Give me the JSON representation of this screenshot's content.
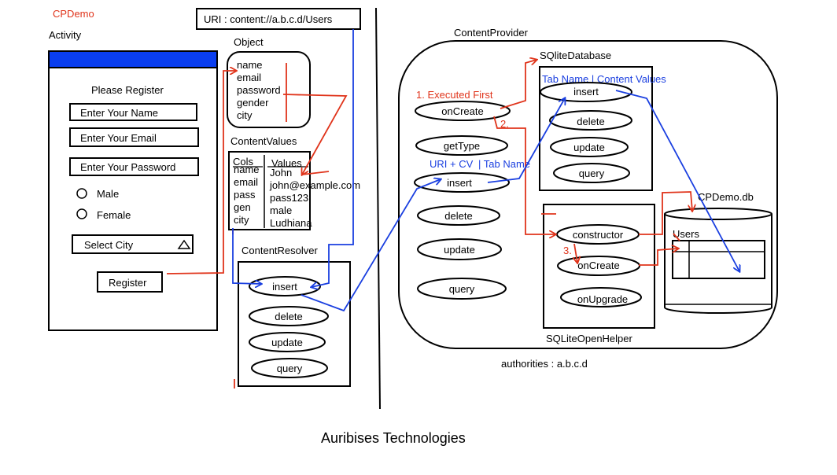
{
  "app_title": "CPDemo",
  "uri": "URI : content://a.b.c.d/Users",
  "activity": {
    "title": "Activity",
    "heading": "Please Register",
    "name_placeholder": "Enter Your Name",
    "email_placeholder": "Enter Your Email",
    "password_placeholder": "Enter Your Password",
    "male_label": "Male",
    "female_label": "Female",
    "city_select": "Select City",
    "register_button": "Register"
  },
  "object": {
    "title": "Object",
    "fields": [
      "name",
      "email",
      "password",
      "gender",
      "city"
    ]
  },
  "content_values": {
    "title": "ContentValues",
    "col_header": "Cols",
    "val_header": "Values",
    "cols": [
      "name",
      "email",
      "pass",
      "gen",
      "city"
    ],
    "values": [
      "John",
      "john@example.com",
      "pass123",
      "male",
      "Ludhiana"
    ]
  },
  "content_resolver": {
    "title": "ContentResolver",
    "methods": [
      "insert",
      "delete",
      "update",
      "query"
    ]
  },
  "content_provider": {
    "title": "ContentProvider",
    "methods": [
      "onCreate",
      "getType",
      "insert",
      "delete",
      "update",
      "query"
    ],
    "step1": "1. Executed First",
    "step2": "2.",
    "uri_cv": "URI + CV",
    "tab_name": "| Tab Name",
    "authorities": "authorities : a.b.c.d"
  },
  "sqlite_database": {
    "title": "SQliteDatabase",
    "annotation": "Tab Name | Content Values",
    "methods": [
      "insert",
      "delete",
      "update",
      "query"
    ]
  },
  "sqlite_open_helper": {
    "title": "SQLiteOpenHelper",
    "methods": [
      "constructor",
      "onCreate",
      "onUpgrade"
    ],
    "step3": "3."
  },
  "database": {
    "title": "CPDemo.db",
    "table": "Users"
  },
  "footer": "Auribises Technologies",
  "colors": {
    "accent_blue": "#0a3ef0",
    "arrow_red": "#e0341b",
    "arrow_blue": "#1a3fe0"
  }
}
